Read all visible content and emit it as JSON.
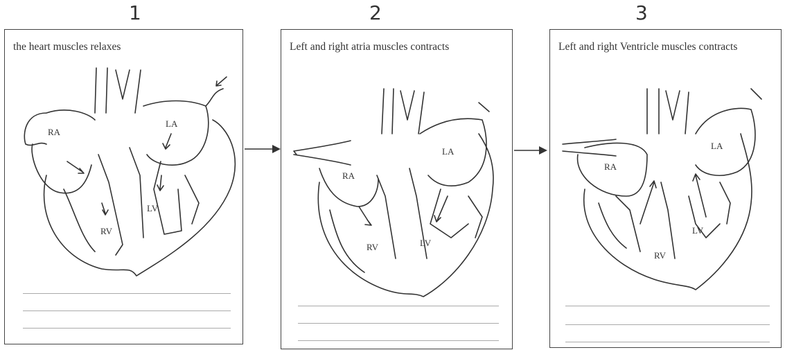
{
  "stages": [
    {
      "number": "1",
      "caption": "the heart muscles relaxes",
      "labels": {
        "ra": "RA",
        "la": "LA",
        "rv": "RV",
        "lv": "LV"
      }
    },
    {
      "number": "2",
      "caption": "Left and right atria muscles contracts",
      "labels": {
        "ra": "RA",
        "la": "LA",
        "rv": "RV",
        "lv": "LV"
      }
    },
    {
      "number": "3",
      "caption": "Left and right Ventricle muscles contracts",
      "labels": {
        "ra": "RA",
        "la": "LA",
        "rv": "RV",
        "lv": "LV"
      }
    }
  ],
  "colors": {
    "line": "#333333",
    "border": "#444444",
    "writing_line": "#aaaaaa"
  }
}
